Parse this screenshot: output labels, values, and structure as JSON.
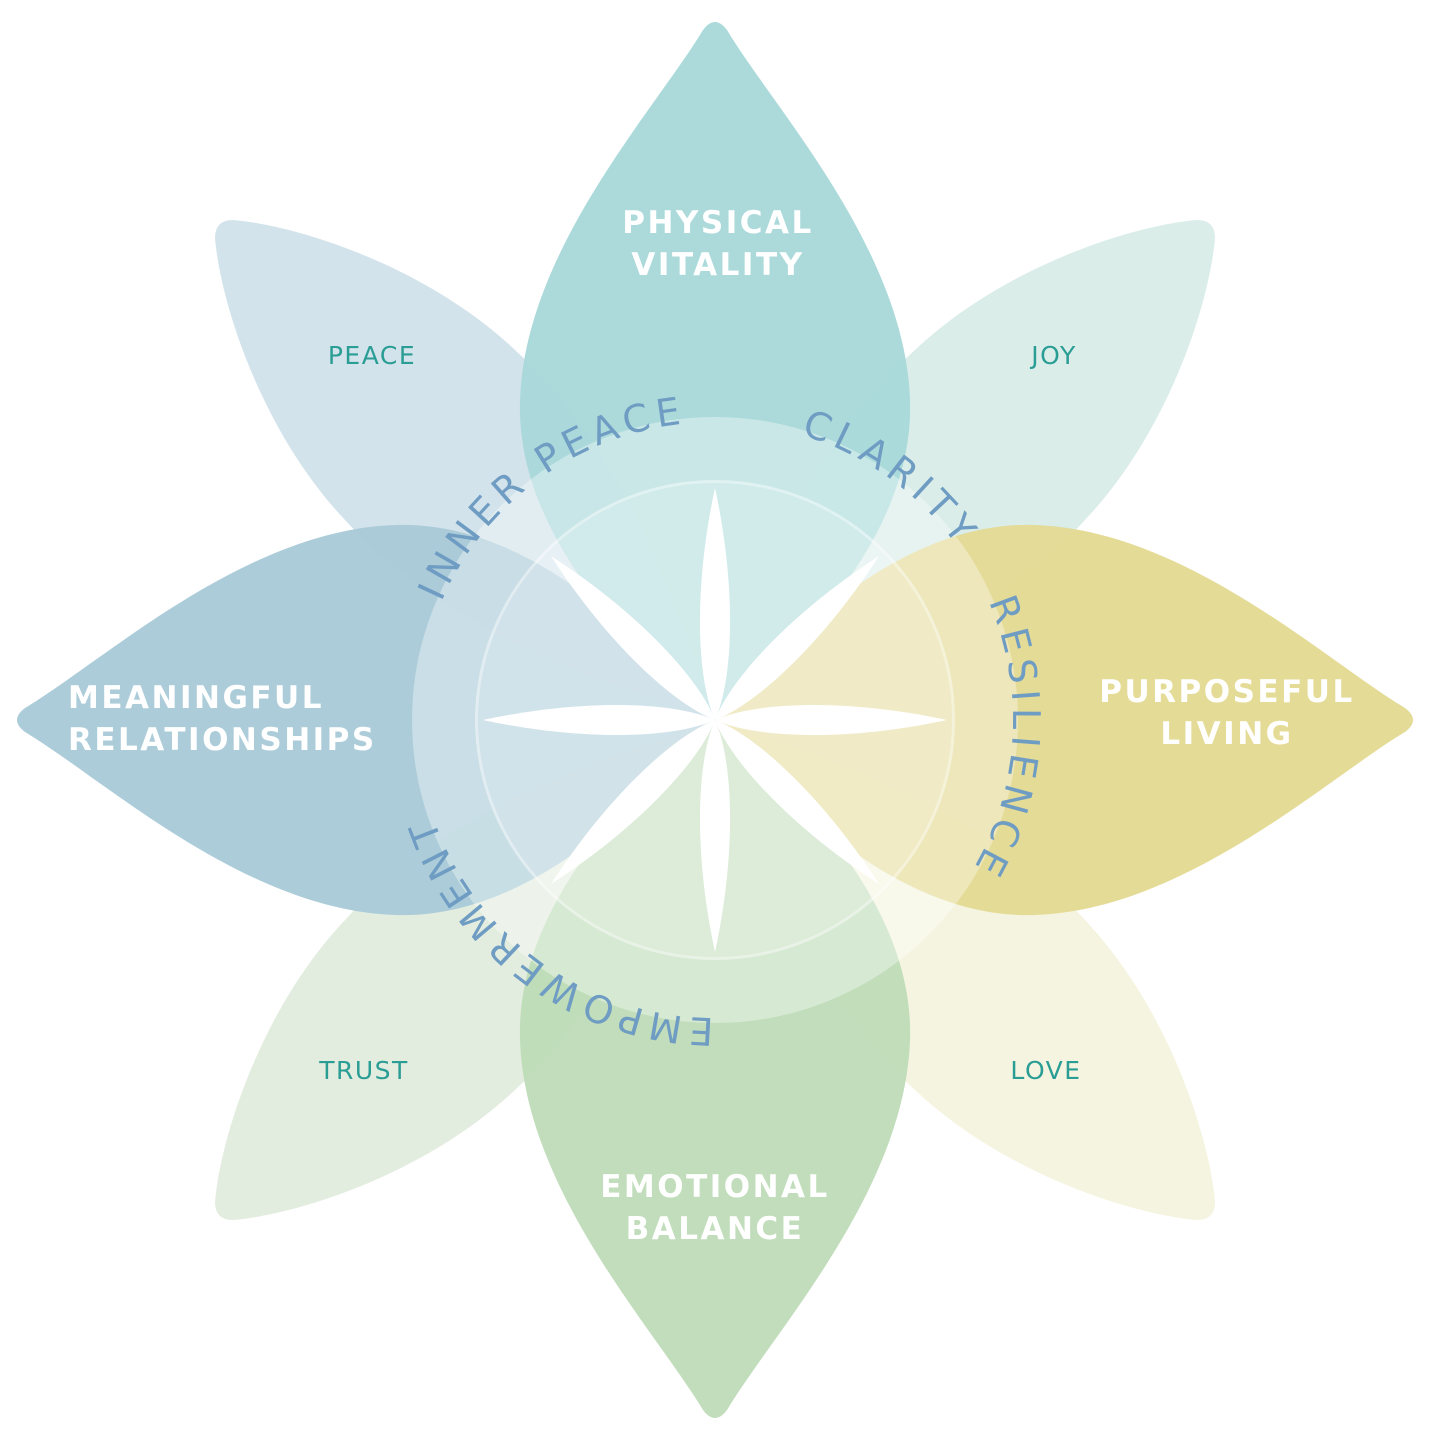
{
  "diagram": {
    "major_petals": [
      {
        "id": "top",
        "line1": "PHYSICAL",
        "line2": "VITALITY",
        "color": "#a9d9da"
      },
      {
        "id": "right",
        "line1": "PURPOSEFUL",
        "line2": "LIVING",
        "color": "#e3da94"
      },
      {
        "id": "bottom",
        "line1": "EMOTIONAL",
        "line2": "BALANCE",
        "color": "#bfdcb9"
      },
      {
        "id": "left",
        "line1": "MEANINGFUL",
        "line2": "RELATIONSHIPS",
        "color": "#a9cad8"
      }
    ],
    "minor_petals": [
      {
        "id": "top-left",
        "label": "PEACE",
        "color": "#d3e3eb"
      },
      {
        "id": "top-right",
        "label": "JOY",
        "color": "#daede9"
      },
      {
        "id": "bottom-right",
        "label": "LOVE",
        "color": "#f5f4e0"
      },
      {
        "id": "bottom-left",
        "label": "TRUST",
        "color": "#e3eddf"
      }
    ],
    "ring_words": [
      "INNER PEACE",
      "CLARITY",
      "RESILIENCE",
      "EMPOWERMENT"
    ],
    "colors": {
      "minor_label": "#2a9d95",
      "ring_text": "#6f9cc2",
      "ring_band": "#ffffff"
    }
  }
}
